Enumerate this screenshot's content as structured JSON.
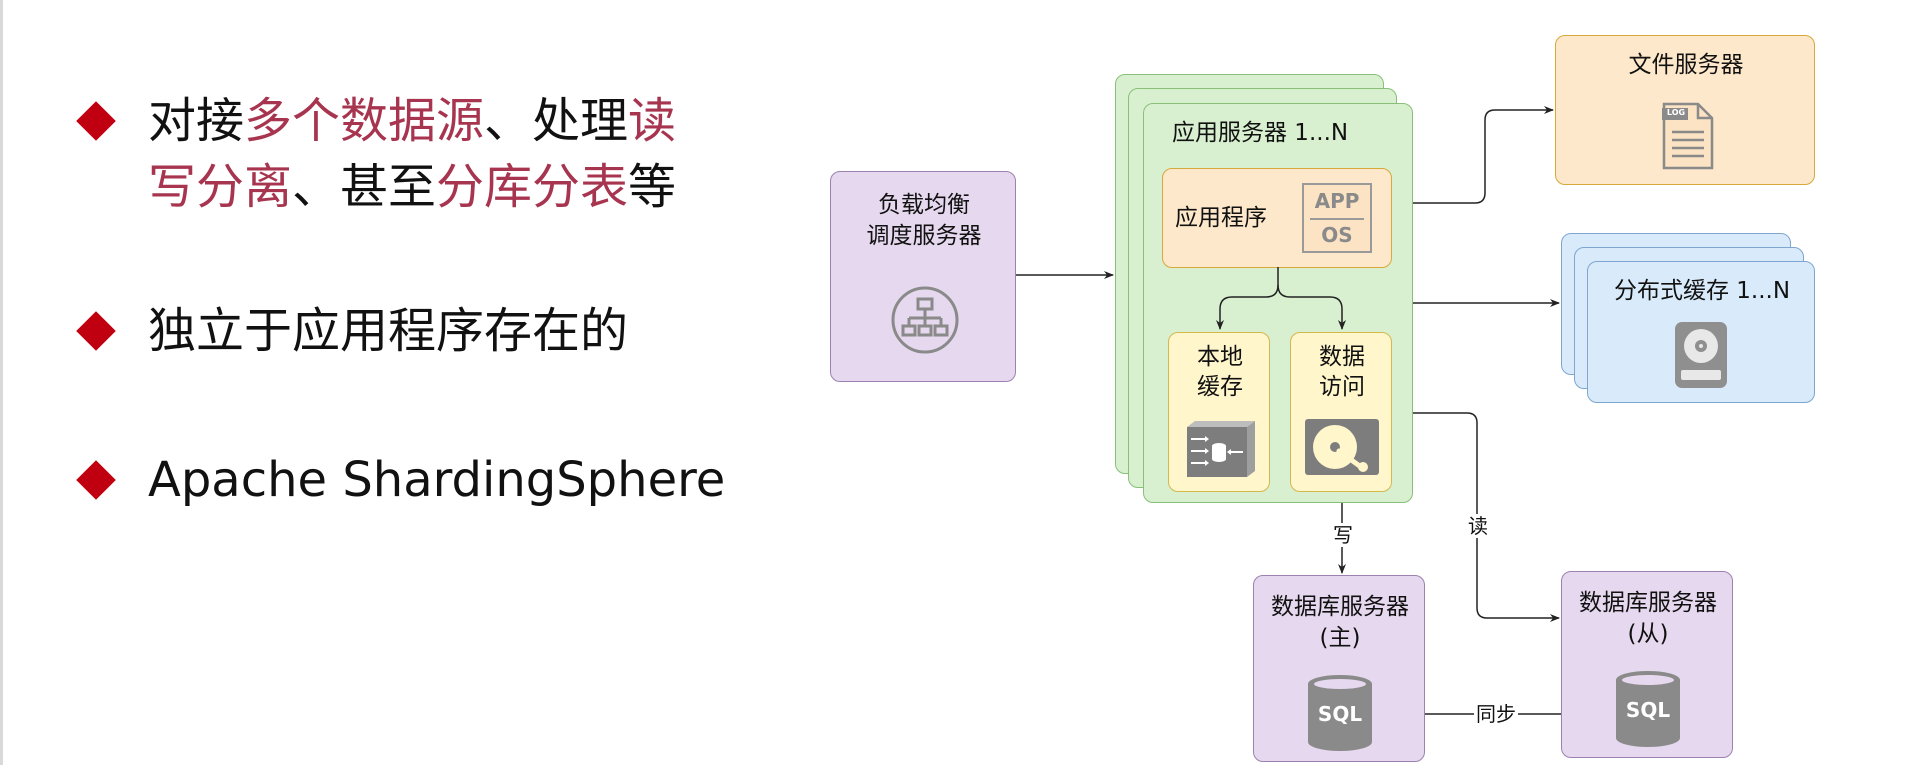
{
  "bullets": {
    "b1_l1_a": "对接",
    "b1_l1_b": "多个数据源",
    "b1_l1_c": "、处理",
    "b1_l1_d": "读",
    "b1_l2_a": "写分离",
    "b1_l2_b": "、甚至",
    "b1_l2_c": "分库分表",
    "b1_l2_d": "等",
    "b2": "独立于应用程序存在的",
    "b3": "Apache ShardingSphere"
  },
  "diagram": {
    "load_balancer": {
      "line1": "负载均衡",
      "line2": "调度服务器",
      "icon": "network-tree-icon"
    },
    "app_server": {
      "title": "应用服务器 1...N"
    },
    "app_program": {
      "label": "应用程序",
      "app": "APP",
      "os": "OS"
    },
    "local_cache": {
      "line1": "本地",
      "line2": "缓存",
      "icon": "cache-transfer-icon"
    },
    "data_access": {
      "line1": "数据",
      "line2": "访问",
      "icon": "hard-disk-icon"
    },
    "file_server": {
      "title": "文件服务器",
      "icon": "log-file-icon",
      "log_tag": "LOG"
    },
    "dist_cache": {
      "title": "分布式缓存 1...N",
      "icon": "disk-drive-icon"
    },
    "db_master": {
      "line1": "数据库服务器",
      "line2": "(主)",
      "icon": "sql-database-icon",
      "sql": "SQL"
    },
    "db_slave": {
      "line1": "数据库服务器",
      "line2": "(从)",
      "icon": "sql-database-icon",
      "sql": "SQL"
    },
    "edges": {
      "write": "写",
      "read": "读",
      "sync": "同步"
    },
    "colors": {
      "purple_fill": "#e6d8ee",
      "purple_stroke": "#9c82b0",
      "green_fill": "#d8f0d0",
      "green_stroke": "#88c07a",
      "orange_fill": "#fde8cb",
      "orange_stroke": "#d7a83a",
      "yellow_fill": "#fff6cc",
      "yellow_stroke": "#d4b84e",
      "blue_fill": "#d9ebfa",
      "blue_stroke": "#7ea6cf",
      "bullet_red": "#c00010",
      "highlight": "#a8354f"
    }
  }
}
